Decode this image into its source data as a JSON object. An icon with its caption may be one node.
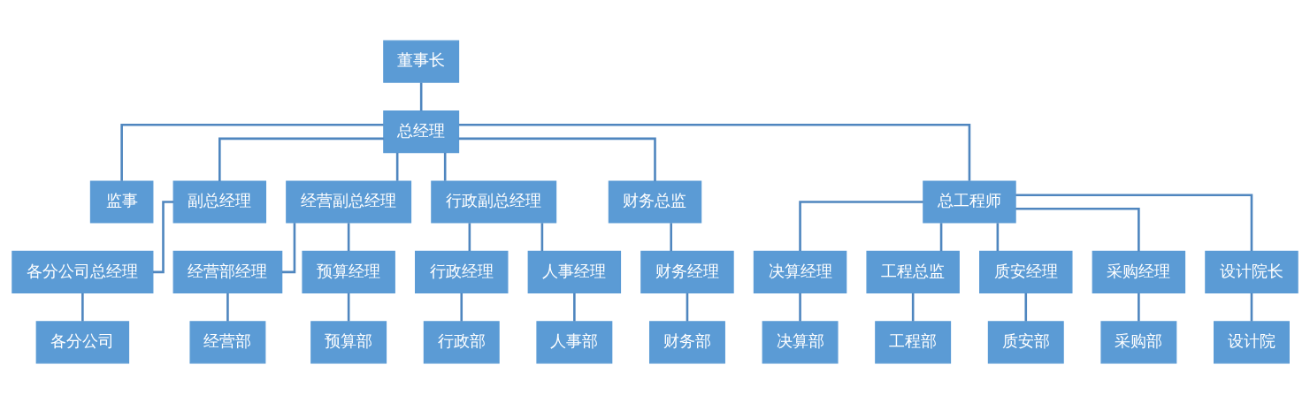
{
  "diagram": {
    "nodes": [
      {
        "text": [
          "董事长"
        ]
      },
      {
        "text": [
          "总经理"
        ]
      },
      {
        "text": [
          "监事"
        ]
      },
      {
        "text": [
          "副总经理"
        ]
      },
      {
        "text": [
          "经营副总经理"
        ]
      },
      {
        "text": [
          "行政副总经理"
        ]
      },
      {
        "text": [
          "财务总监"
        ]
      },
      {
        "text": [
          "总工程师"
        ]
      },
      {
        "text": [
          "各分公司总经理"
        ]
      },
      {
        "text": [
          "各分公司"
        ]
      },
      {
        "text": [
          "经营部经理"
        ]
      },
      {
        "text": [
          "经营部"
        ]
      },
      {
        "text": [
          "预算经理"
        ]
      },
      {
        "text": [
          "预算部"
        ]
      },
      {
        "text": [
          "行政经理"
        ]
      },
      {
        "text": [
          "行政部"
        ]
      },
      {
        "text": [
          "人事经理"
        ]
      },
      {
        "text": [
          "人事部"
        ]
      },
      {
        "text": [
          "财务经理"
        ]
      },
      {
        "text": [
          "财务部"
        ]
      },
      {
        "text": [
          "决算经理"
        ]
      },
      {
        "text": [
          "决算部"
        ]
      },
      {
        "text": [
          "工程总监"
        ]
      },
      {
        "text": [
          "工程部"
        ]
      },
      {
        "text": [
          "质安经理"
        ]
      },
      {
        "text": [
          "质安部"
        ]
      },
      {
        "text": [
          "采购经理"
        ]
      },
      {
        "text": [
          "采购部"
        ]
      },
      {
        "text": [
          "设计院长"
        ]
      },
      {
        "text": [
          "设计院"
        ]
      }
    ],
    "edges": [
      {
        "from": 0,
        "to": 1,
        "arrow": "none"
      },
      {
        "from": 1,
        "to": 2,
        "arrow": "none"
      },
      {
        "from": 1,
        "to": 3,
        "arrow": "none"
      },
      {
        "from": 1,
        "to": 4,
        "arrow": "none"
      },
      {
        "from": 1,
        "to": 5,
        "arrow": "none"
      },
      {
        "from": 1,
        "to": 6,
        "arrow": "none"
      },
      {
        "from": 1,
        "to": 7,
        "arrow": "none"
      },
      {
        "from": 3,
        "to": 8,
        "arrow": "none"
      },
      {
        "from": 8,
        "to": 9,
        "arrow": "none"
      },
      {
        "from": 4,
        "to": 10,
        "arrow": "none"
      },
      {
        "from": 10,
        "to": 11,
        "arrow": "none"
      },
      {
        "from": 4,
        "to": 12,
        "arrow": "none"
      },
      {
        "from": 12,
        "to": 13,
        "arrow": "none"
      },
      {
        "from": 5,
        "to": 14,
        "arrow": "none"
      },
      {
        "from": 14,
        "to": 15,
        "arrow": "none"
      },
      {
        "from": 5,
        "to": 16,
        "arrow": "none"
      },
      {
        "from": 16,
        "to": 17,
        "arrow": "none"
      },
      {
        "from": 6,
        "to": 18,
        "arrow": "none"
      },
      {
        "from": 18,
        "to": 19,
        "arrow": "none"
      },
      {
        "from": 7,
        "to": 20,
        "arrow": "none"
      },
      {
        "from": 20,
        "to": 21,
        "arrow": "none"
      },
      {
        "from": 7,
        "to": 22,
        "arrow": "none"
      },
      {
        "from": 22,
        "to": 23,
        "arrow": "none"
      },
      {
        "from": 7,
        "to": 24,
        "arrow": "none"
      },
      {
        "from": 24,
        "to": 25,
        "arrow": "none"
      },
      {
        "from": 7,
        "to": 26,
        "arrow": "none"
      },
      {
        "from": 26,
        "to": 27,
        "arrow": "none"
      },
      {
        "from": 7,
        "to": 28,
        "arrow": "none"
      },
      {
        "from": 28,
        "to": 29,
        "arrow": "none"
      }
    ]
  }
}
